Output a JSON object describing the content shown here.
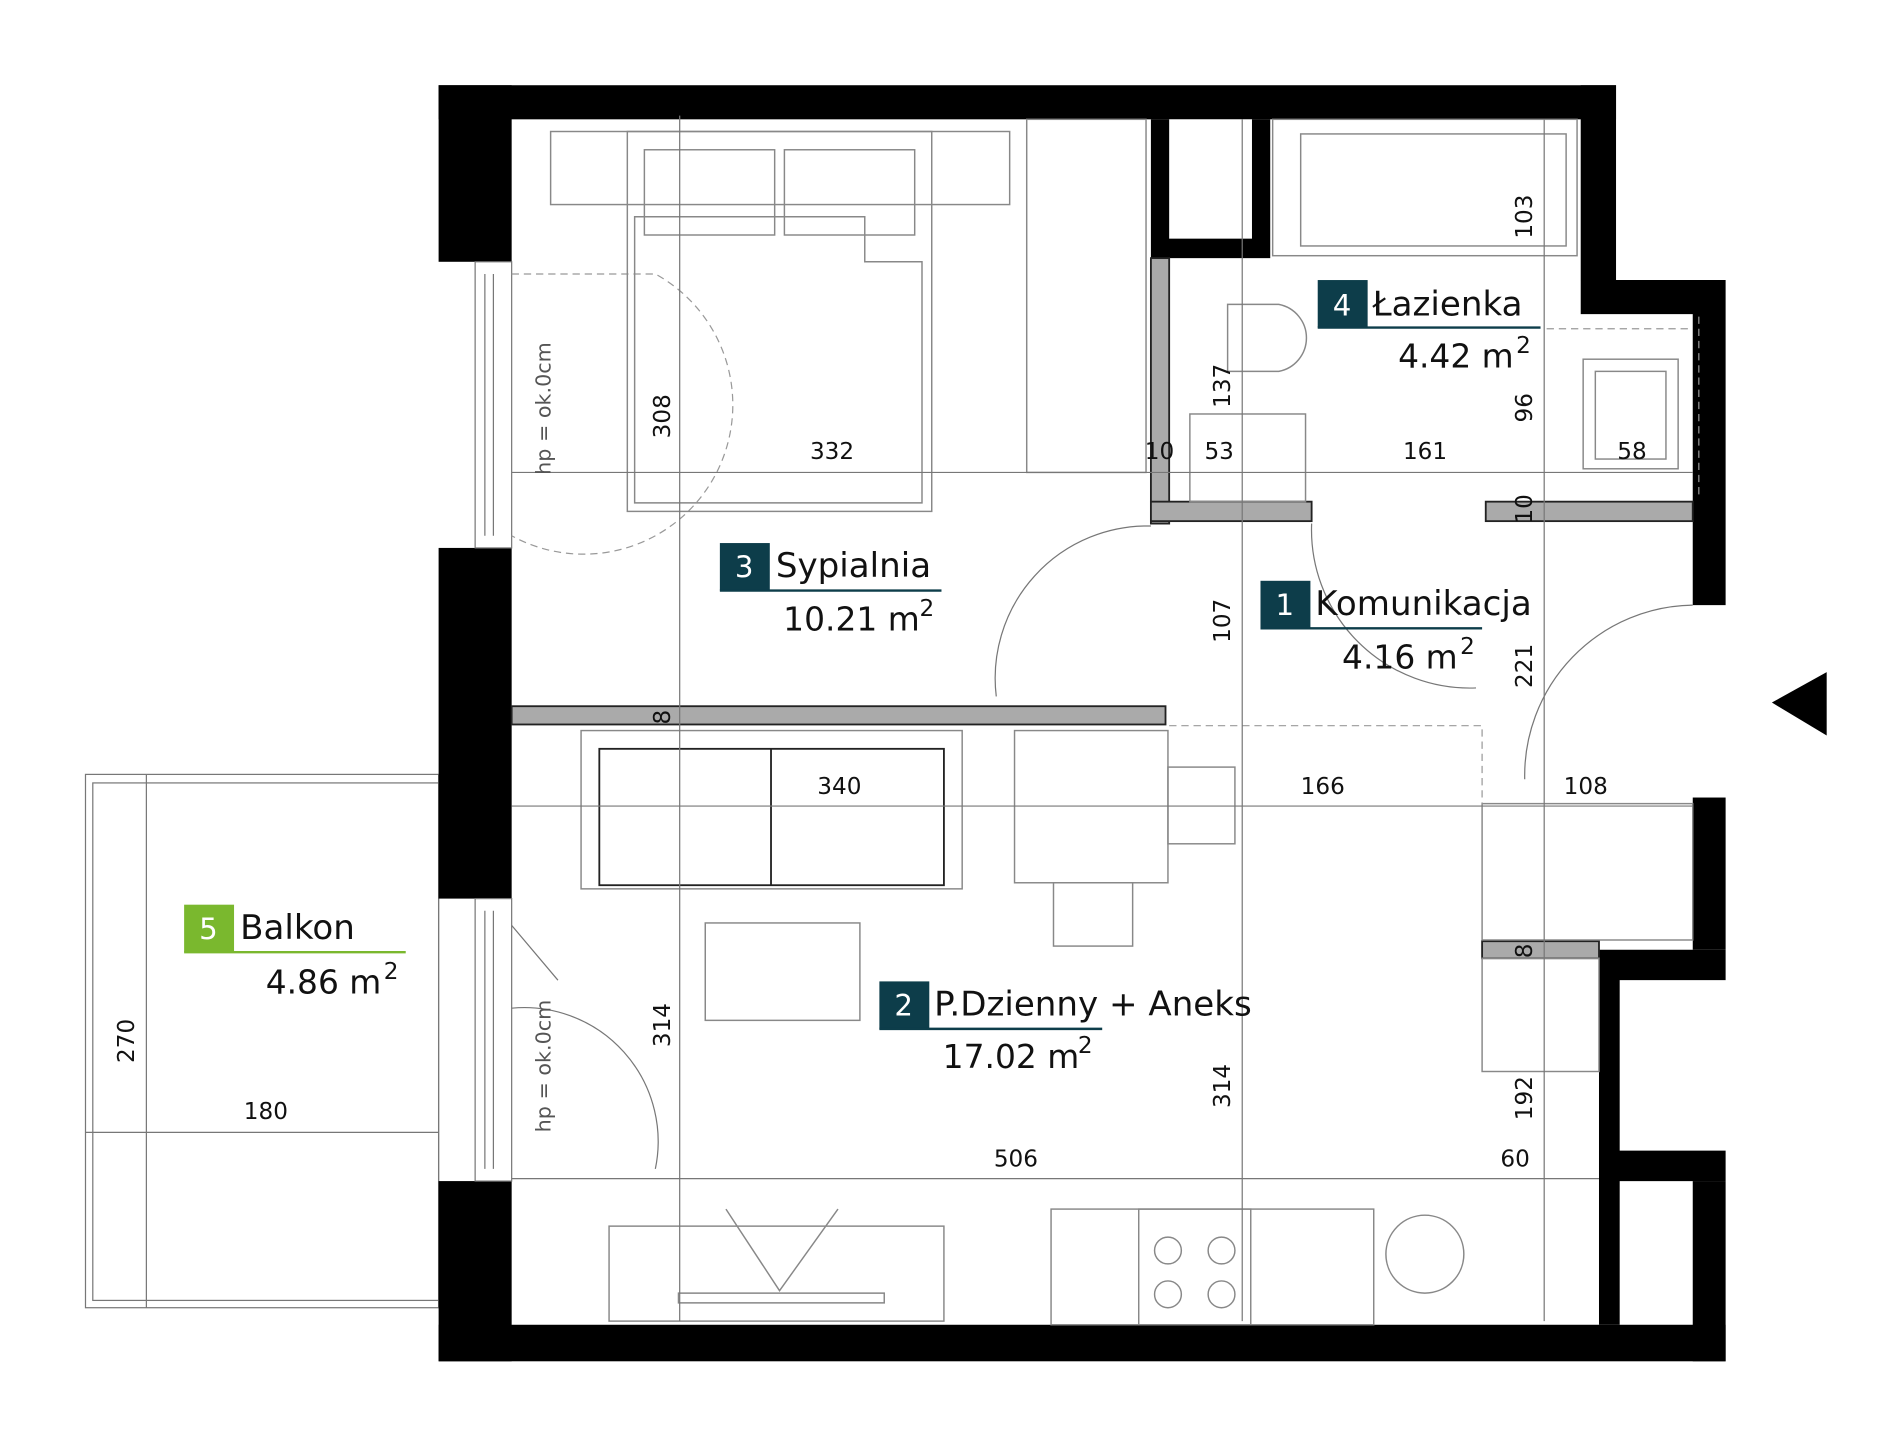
{
  "plan": {
    "colors": {
      "room_badge": "#0d3d4a",
      "balcony_badge": "#7ab82e",
      "wall": "#000000",
      "partition": "#aaaaaa"
    },
    "rooms": [
      {
        "number": "1",
        "name": "Komunikacja",
        "area": "4.16 m",
        "sup": "2"
      },
      {
        "number": "2",
        "name": "P.Dzienny + Aneks",
        "area": "17.02 m",
        "sup": "2"
      },
      {
        "number": "3",
        "name": "Sypialnia",
        "area": "10.21 m",
        "sup": "2"
      },
      {
        "number": "4",
        "name": "Łazienka",
        "area": "4.42 m",
        "sup": "2"
      },
      {
        "number": "5",
        "name": "Balkon",
        "area": "4.86 m",
        "sup": "2"
      }
    ],
    "window_note": "hp = ok.0cm",
    "dimensions": [
      "308",
      "332",
      "10",
      "53",
      "137",
      "161",
      "58",
      "103",
      "96",
      "10",
      "107",
      "221",
      "8",
      "340",
      "166",
      "108",
      "8",
      "314",
      "314",
      "192",
      "506",
      "60",
      "270",
      "180"
    ]
  }
}
